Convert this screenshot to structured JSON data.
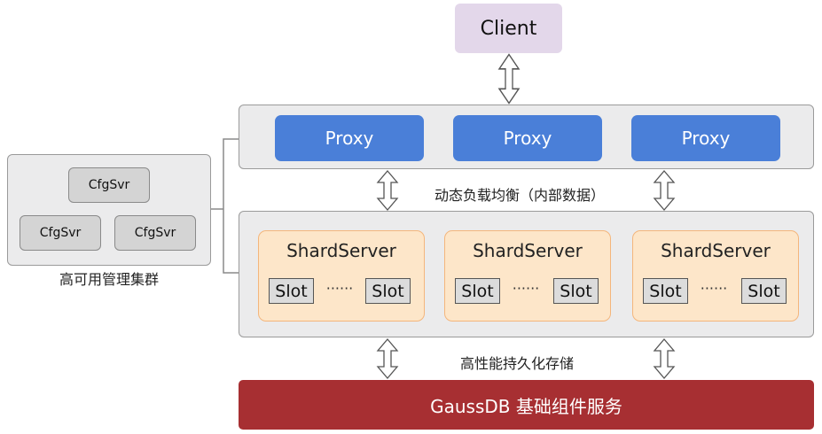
{
  "client": {
    "label": "Client"
  },
  "proxies": [
    {
      "label": "Proxy"
    },
    {
      "label": "Proxy"
    },
    {
      "label": "Proxy"
    }
  ],
  "middle_label": "动态负载均衡（内部数据）",
  "shard_servers": [
    {
      "title": "ShardServer",
      "slots": [
        "Slot",
        "Slot"
      ],
      "ellipsis": "······"
    },
    {
      "title": "ShardServer",
      "slots": [
        "Slot",
        "Slot"
      ],
      "ellipsis": "······"
    },
    {
      "title": "ShardServer",
      "slots": [
        "Slot",
        "Slot"
      ],
      "ellipsis": "······"
    }
  ],
  "storage_label": "高性能持久化存储",
  "cfg_cluster": {
    "nodes": [
      {
        "label": "CfgSvr"
      },
      {
        "label": "CfgSvr"
      },
      {
        "label": "CfgSvr"
      }
    ],
    "label": "高可用管理集群"
  },
  "gaussdb": {
    "label": "GaussDB 基础组件服务"
  }
}
